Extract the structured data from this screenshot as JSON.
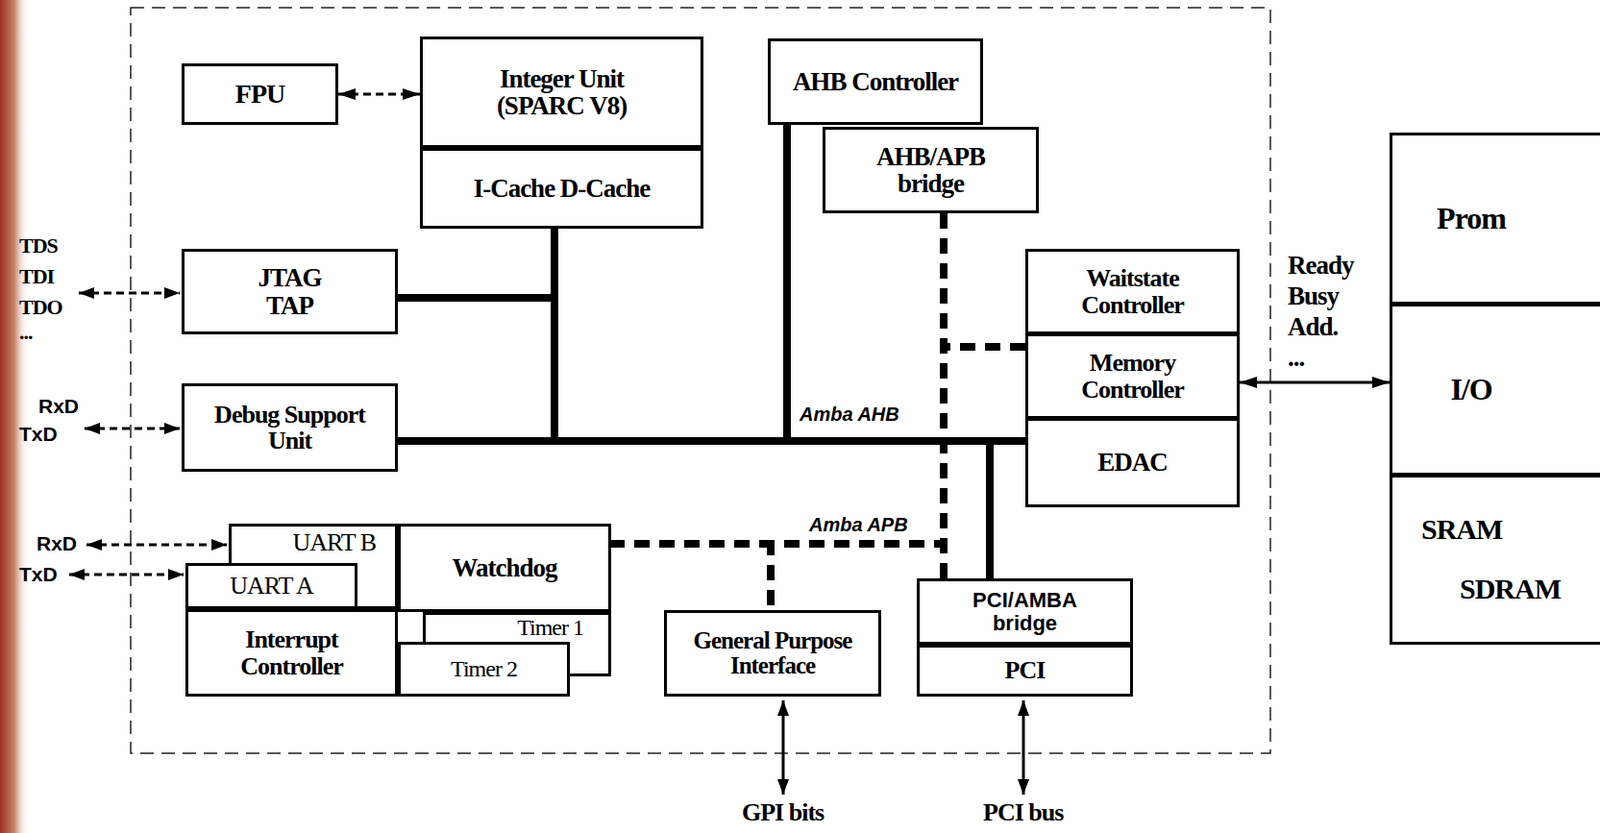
{
  "diagram": {
    "nodes": [
      {
        "text": [
          "FPU"
        ]
      },
      {
        "text": [
          "Integer Unit (SPARC V8)"
        ]
      },
      {
        "text": [
          "I-Cache D-Cache"
        ]
      },
      {
        "text": [
          "AHB Controller"
        ]
      },
      {
        "text": [
          "AHB/APB bridge"
        ]
      },
      {
        "text": [
          "JTAG TAP"
        ]
      },
      {
        "text": [
          "Waitstate Controller"
        ]
      },
      {
        "text": [
          "Memory Controller"
        ]
      },
      {
        "text": [
          "Prom"
        ]
      },
      {
        "text": [
          "I/O"
        ]
      },
      {
        "text": [
          "Debug Support Unit"
        ]
      },
      {
        "text": [
          "EDAC"
        ]
      },
      {
        "text": [
          "SRAM",
          "SDRAM"
        ]
      },
      {
        "text": [
          "UART B"
        ]
      },
      {
        "text": [
          "UART A"
        ]
      },
      {
        "text": [
          "Watchdog"
        ]
      },
      {
        "text": [
          "Interrupt Controller"
        ]
      },
      {
        "text": [
          "Timer 1"
        ]
      },
      {
        "text": [
          "Timer 2"
        ]
      },
      {
        "text": [
          "General Purpose Interface"
        ]
      },
      {
        "text": [
          "PCI/AMBA bridge"
        ]
      },
      {
        "text": [
          "PCI"
        ]
      }
    ],
    "edges": [
      {
        "from": 0,
        "to": 1,
        "arrow": "both"
      },
      {
        "from": 2,
        "to": 3,
        "arrow": "none"
      },
      {
        "from": 5,
        "to": 3,
        "arrow": "none"
      },
      {
        "from": 10,
        "to": 3,
        "arrow": "none"
      },
      {
        "from": 3,
        "to": 11,
        "arrow": "none"
      },
      {
        "from": 3,
        "to": 20,
        "arrow": "none"
      },
      {
        "from": 4,
        "to": 15,
        "arrow": "none"
      },
      {
        "from": 4,
        "to": 19,
        "arrow": "none"
      },
      {
        "from": 4,
        "to": 7,
        "arrow": "none"
      },
      {
        "from": 4,
        "to": 20,
        "arrow": "none"
      },
      {
        "from": 7,
        "to": 9,
        "arrow": "both"
      }
    ],
    "labels": [
      "TDS",
      "TDI",
      "TDO",
      "...",
      "RxD",
      "TxD",
      "Amba AHB",
      "Ready",
      "Busy",
      "Add.",
      "...",
      "Amba APB",
      "RxD",
      "TxD",
      "GPI bits",
      "PCI bus"
    ]
  }
}
